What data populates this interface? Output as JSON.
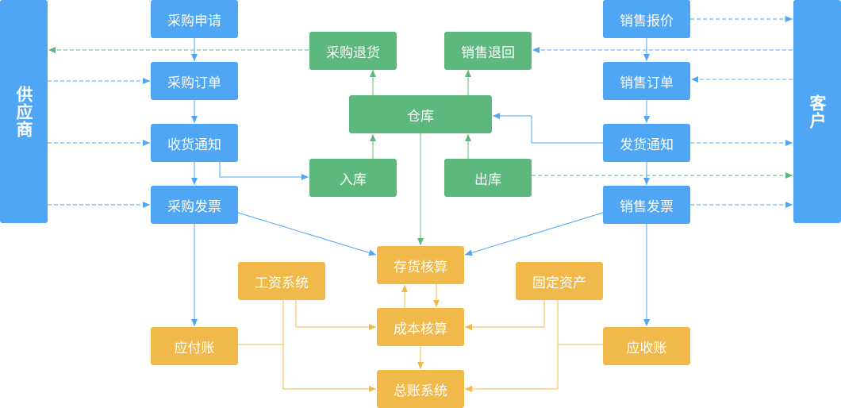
{
  "side_panels": {
    "supplier": "供应商",
    "customer": "客户"
  },
  "purchase": {
    "request": "采购申请",
    "order": "采购订单",
    "receipt_notice": "收货通知",
    "invoice": "采购发票",
    "return": "采购退货"
  },
  "sales": {
    "quote": "销售报价",
    "order": "销售订单",
    "shipping_notice": "发货通知",
    "invoice": "销售发票",
    "return": "销售退回"
  },
  "warehouse": {
    "warehouse": "仓库",
    "inbound": "入库",
    "outbound": "出库"
  },
  "finance": {
    "inventory_accounting": "存货核算",
    "cost_accounting": "成本核算",
    "general_ledger": "总账系统",
    "payroll": "工资系统",
    "fixed_assets": "固定资产",
    "payables": "应付账",
    "receivables": "应收账"
  },
  "colors": {
    "blue": "#4ea6f5",
    "green": "#5cb87d",
    "orange": "#f0b94a",
    "arrow_blue": "#4ea6f5",
    "arrow_green": "#5cb87d",
    "arrow_orange": "#f0b94a"
  }
}
